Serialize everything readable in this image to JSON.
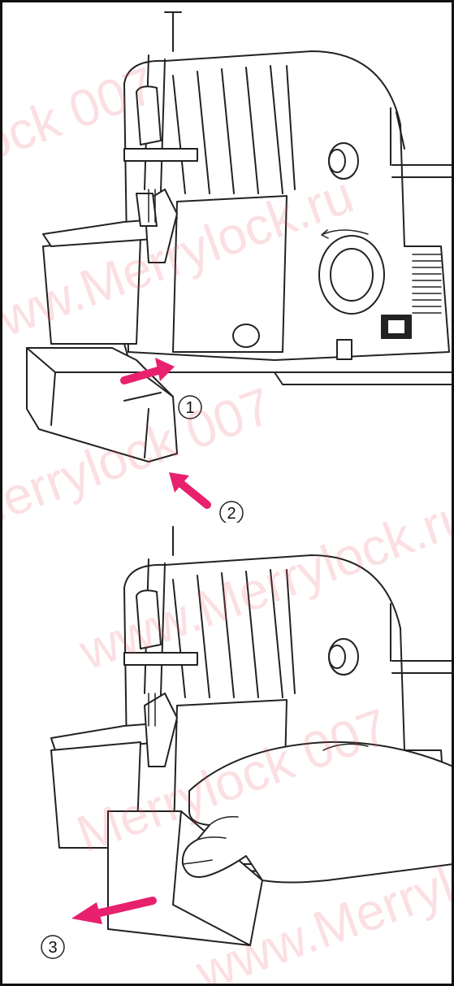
{
  "steps": [
    {
      "label": "1"
    },
    {
      "label": "2"
    },
    {
      "label": "3"
    }
  ],
  "watermark": {
    "lines": [
      "Merrylock 007",
      "www.Merrylock.ru"
    ]
  },
  "colors": {
    "arrow": "#e8206e",
    "line": "#222222",
    "frame": "#111111",
    "watermark": "#e85060"
  }
}
